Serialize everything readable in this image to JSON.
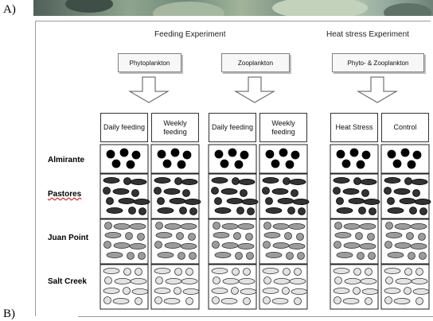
{
  "panels": {
    "a_label": "A)",
    "b_label": "B)"
  },
  "sections": {
    "feeding_title": "Feeding Experiment",
    "heat_title": "Heat stress Experiment"
  },
  "food_boxes": [
    "Phytoplankton",
    "Zooplankton",
    "Phyto- & Zooplankton"
  ],
  "treatments": [
    "Daily feeding",
    "Weekly feeding",
    "Daily feeding",
    "Weekly feeding",
    "Heat Stress",
    "Control"
  ],
  "sites": [
    {
      "name": "Almirante",
      "fill": "#000000",
      "stroke": "#000000",
      "shape": "dots"
    },
    {
      "name": "Pastores",
      "fill": "#333333",
      "stroke": "#000000",
      "shape": "mixed-dark"
    },
    {
      "name": "Juan Point",
      "fill": "#9c9c9c",
      "stroke": "#333333",
      "shape": "mixed-grey"
    },
    {
      "name": "Salt Creek",
      "fill": "#e2e2e2",
      "stroke": "#333333",
      "shape": "mixed-light"
    }
  ],
  "colors": {
    "arrow_fill": "#ffffff",
    "arrow_stroke": "#555555",
    "underline": "#d40000"
  }
}
